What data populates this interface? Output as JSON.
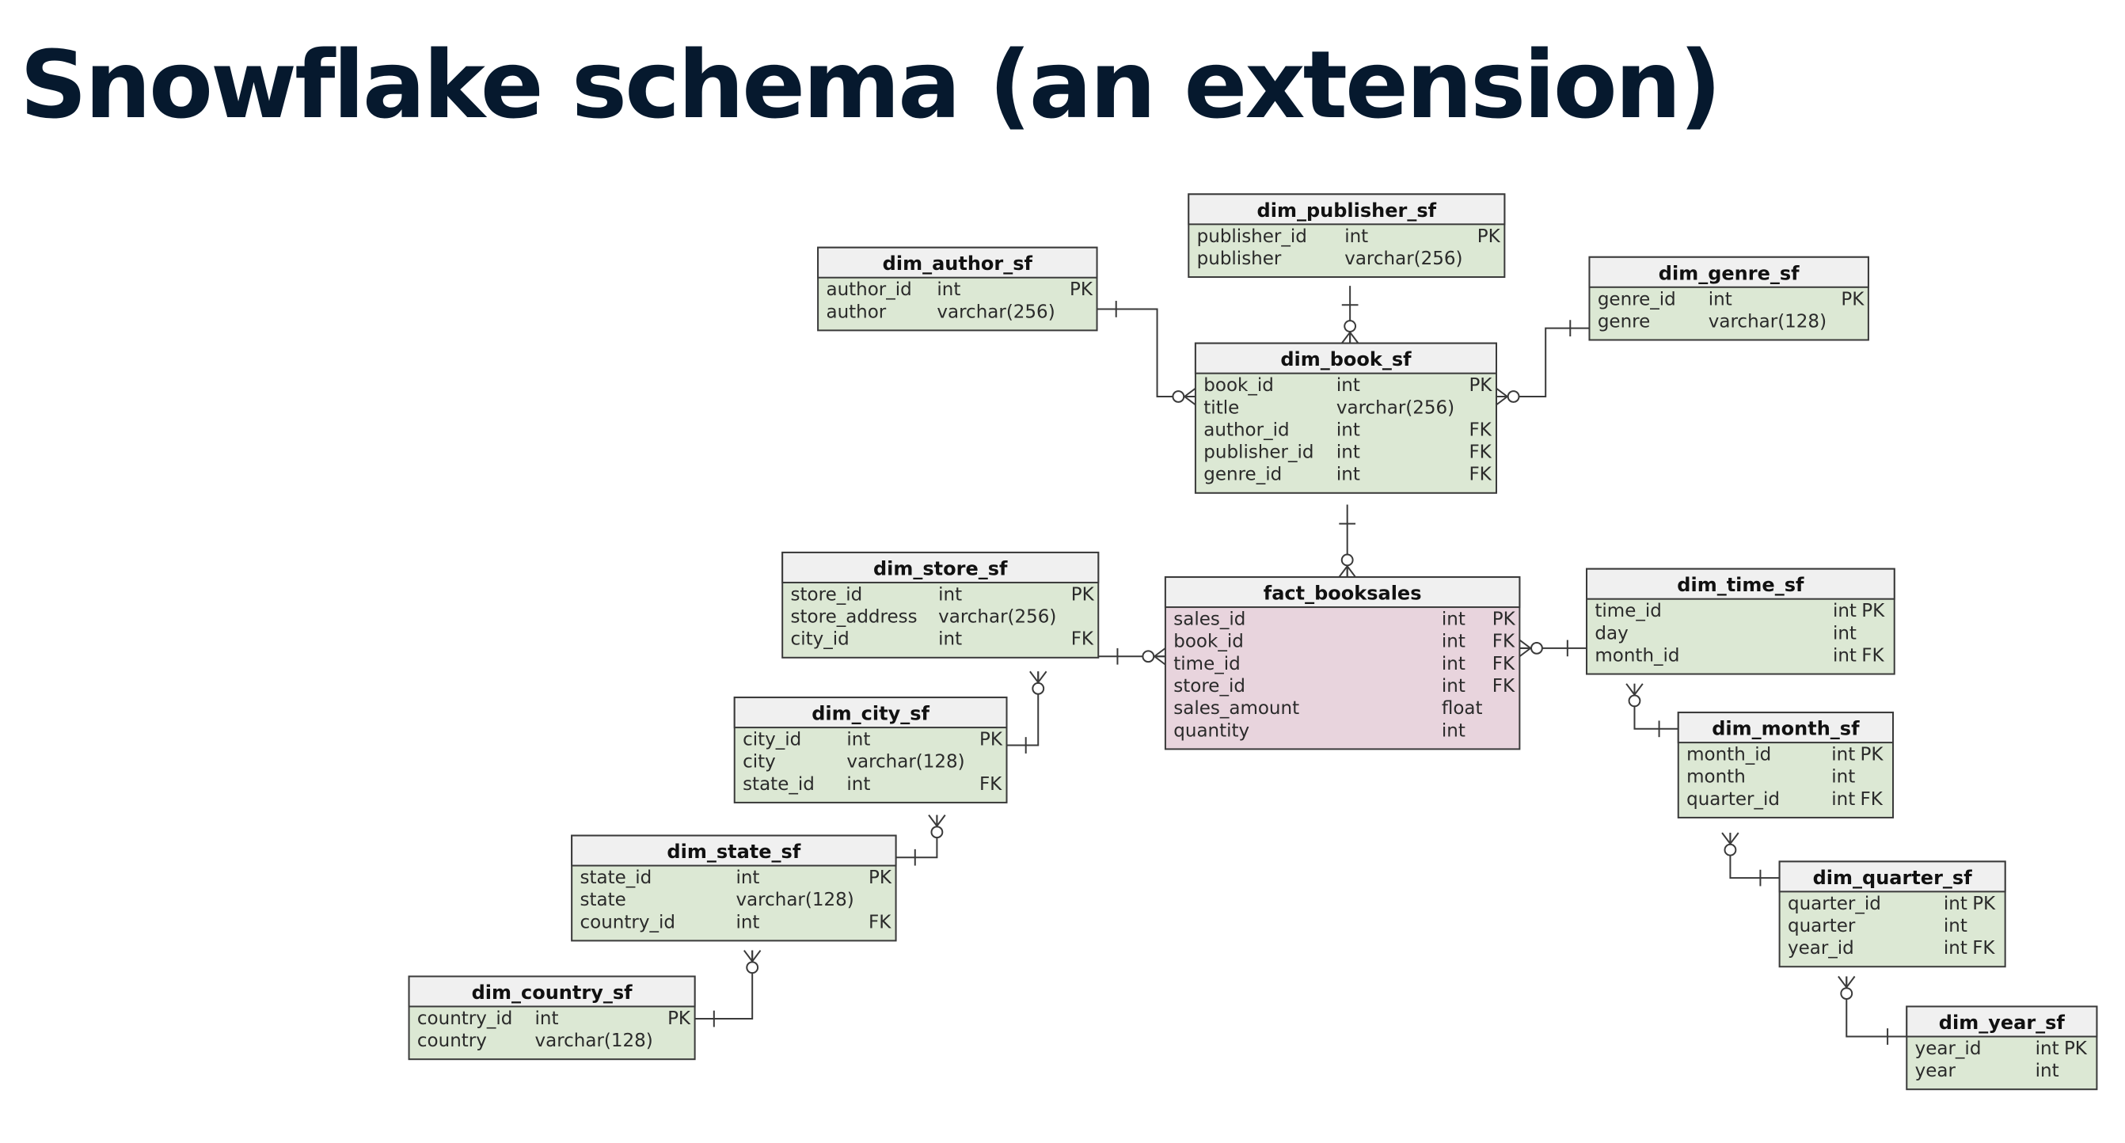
{
  "title": "Snowflake schema (an extension)",
  "colors": {
    "dimension_fill": "#dce8d4",
    "fact_fill": "#e8d4dd",
    "header_fill": "#f0f0f0",
    "line": "#3a3a3a",
    "title": "#06192e"
  },
  "entities": [
    {
      "id": "dim_publisher_sf",
      "name": "dim_publisher_sf",
      "kind": "dimension",
      "columns": [
        {
          "name": "publisher_id",
          "type": "int",
          "key": "PK"
        },
        {
          "name": "publisher",
          "type": "varchar(256)",
          "key": ""
        }
      ]
    },
    {
      "id": "dim_author_sf",
      "name": "dim_author_sf",
      "kind": "dimension",
      "columns": [
        {
          "name": "author_id",
          "type": "int",
          "key": "PK"
        },
        {
          "name": "author",
          "type": "varchar(256)",
          "key": ""
        }
      ]
    },
    {
      "id": "dim_genre_sf",
      "name": "dim_genre_sf",
      "kind": "dimension",
      "columns": [
        {
          "name": "genre_id",
          "type": "int",
          "key": "PK"
        },
        {
          "name": "genre",
          "type": "varchar(128)",
          "key": ""
        }
      ]
    },
    {
      "id": "dim_book_sf",
      "name": "dim_book_sf",
      "kind": "dimension",
      "columns": [
        {
          "name": "book_id",
          "type": "int",
          "key": "PK"
        },
        {
          "name": "title",
          "type": "varchar(256)",
          "key": ""
        },
        {
          "name": "author_id",
          "type": "int",
          "key": "FK"
        },
        {
          "name": "publisher_id",
          "type": "int",
          "key": "FK"
        },
        {
          "name": "genre_id",
          "type": "int",
          "key": "FK"
        }
      ]
    },
    {
      "id": "dim_store_sf",
      "name": "dim_store_sf",
      "kind": "dimension",
      "columns": [
        {
          "name": "store_id",
          "type": "int",
          "key": "PK"
        },
        {
          "name": "store_address",
          "type": "varchar(256)",
          "key": ""
        },
        {
          "name": "city_id",
          "type": "int",
          "key": "FK"
        }
      ]
    },
    {
      "id": "fact_booksales",
      "name": "fact_booksales",
      "kind": "fact",
      "columns": [
        {
          "name": "sales_id",
          "type": "int",
          "key": "PK"
        },
        {
          "name": "book_id",
          "type": "int",
          "key": "FK"
        },
        {
          "name": "time_id",
          "type": "int",
          "key": "FK"
        },
        {
          "name": "store_id",
          "type": "int",
          "key": "FK"
        },
        {
          "name": "sales_amount",
          "type": "float",
          "key": ""
        },
        {
          "name": "quantity",
          "type": "int",
          "key": ""
        }
      ]
    },
    {
      "id": "dim_time_sf",
      "name": "dim_time_sf",
      "kind": "dimension",
      "columns": [
        {
          "name": "time_id",
          "type": "int",
          "key": "PK"
        },
        {
          "name": "day",
          "type": "int",
          "key": ""
        },
        {
          "name": "month_id",
          "type": "int",
          "key": "FK"
        }
      ]
    },
    {
      "id": "dim_city_sf",
      "name": "dim_city_sf",
      "kind": "dimension",
      "columns": [
        {
          "name": "city_id",
          "type": "int",
          "key": "PK"
        },
        {
          "name": "city",
          "type": "varchar(128)",
          "key": ""
        },
        {
          "name": "state_id",
          "type": "int",
          "key": "FK"
        }
      ]
    },
    {
      "id": "dim_month_sf",
      "name": "dim_month_sf",
      "kind": "dimension",
      "columns": [
        {
          "name": "month_id",
          "type": "int",
          "key": "PK"
        },
        {
          "name": "month",
          "type": "int",
          "key": ""
        },
        {
          "name": "quarter_id",
          "type": "int",
          "key": "FK"
        }
      ]
    },
    {
      "id": "dim_state_sf",
      "name": "dim_state_sf",
      "kind": "dimension",
      "columns": [
        {
          "name": "state_id",
          "type": "int",
          "key": "PK"
        },
        {
          "name": "state",
          "type": "varchar(128)",
          "key": ""
        },
        {
          "name": "country_id",
          "type": "int",
          "key": "FK"
        }
      ]
    },
    {
      "id": "dim_quarter_sf",
      "name": "dim_quarter_sf",
      "kind": "dimension",
      "columns": [
        {
          "name": "quarter_id",
          "type": "int",
          "key": "PK"
        },
        {
          "name": "quarter",
          "type": "int",
          "key": ""
        },
        {
          "name": "year_id",
          "type": "int",
          "key": "FK"
        }
      ]
    },
    {
      "id": "dim_country_sf",
      "name": "dim_country_sf",
      "kind": "dimension",
      "columns": [
        {
          "name": "country_id",
          "type": "int",
          "key": "PK"
        },
        {
          "name": "country",
          "type": "varchar(128)",
          "key": ""
        }
      ]
    },
    {
      "id": "dim_year_sf",
      "name": "dim_year_sf",
      "kind": "dimension",
      "columns": [
        {
          "name": "year_id",
          "type": "int",
          "key": "PK"
        },
        {
          "name": "year",
          "type": "int",
          "key": ""
        }
      ]
    }
  ],
  "relationships": [
    {
      "one": "dim_publisher_sf",
      "many": "dim_book_sf"
    },
    {
      "one": "dim_author_sf",
      "many": "dim_book_sf"
    },
    {
      "one": "dim_genre_sf",
      "many": "dim_book_sf"
    },
    {
      "one": "dim_book_sf",
      "many": "fact_booksales"
    },
    {
      "one": "dim_store_sf",
      "many": "fact_booksales"
    },
    {
      "one": "dim_time_sf",
      "many": "fact_booksales"
    },
    {
      "one": "dim_city_sf",
      "many": "dim_store_sf"
    },
    {
      "one": "dim_state_sf",
      "many": "dim_city_sf"
    },
    {
      "one": "dim_country_sf",
      "many": "dim_state_sf"
    },
    {
      "one": "dim_month_sf",
      "many": "dim_time_sf"
    },
    {
      "one": "dim_quarter_sf",
      "many": "dim_month_sf"
    },
    {
      "one": "dim_year_sf",
      "many": "dim_quarter_sf"
    }
  ]
}
